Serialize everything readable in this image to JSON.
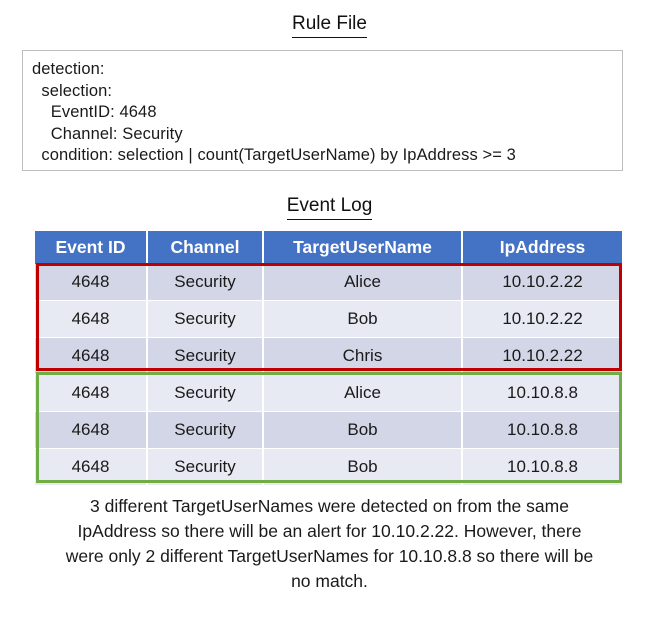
{
  "rule_file": {
    "title": "Rule File",
    "lines": [
      "detection:",
      "  selection:",
      "    EventID: 4648",
      "    Channel: Security",
      "  condition: selection | count(TargetUserName) by IpAddress >= 3"
    ]
  },
  "event_log": {
    "title": "Event Log",
    "columns": [
      "Event ID",
      "Channel",
      "TargetUserName",
      "IpAddress"
    ],
    "rows": [
      [
        "4648",
        "Security",
        "Alice",
        "10.10.2.22"
      ],
      [
        "4648",
        "Security",
        "Bob",
        "10.10.2.22"
      ],
      [
        "4648",
        "Security",
        "Chris",
        "10.10.2.22"
      ],
      [
        "4648",
        "Security",
        "Alice",
        "10.10.8.8"
      ],
      [
        "4648",
        "Security",
        "Bob",
        "10.10.8.8"
      ],
      [
        "4648",
        "Security",
        "Bob",
        "10.10.8.8"
      ]
    ]
  },
  "highlights": {
    "match_group_color": "#C00000",
    "no_match_group_color": "#70AD47"
  },
  "colors": {
    "header_blue": "#4472C4",
    "row_dark": "#D3D6E7",
    "row_light": "#E7E9F3",
    "box_border": "#BDBDBD"
  },
  "caption": {
    "text": "3 different TargetUserNames were detected on from the same IpAddress so there will be an alert for 10.10.2.22. However, there were only 2 different TargetUserNames for 10.10.8.8 so there will be no match."
  }
}
